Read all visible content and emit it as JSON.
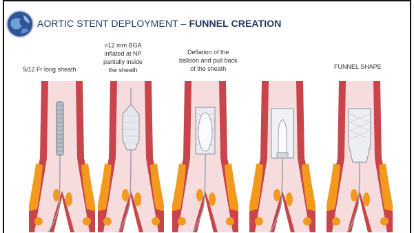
{
  "slide": {
    "title_prefix": "AORTIC STENT DEPLOYMENT – ",
    "title_bold": "FUNNEL CREATION"
  },
  "steps": [
    {
      "label": "9/12 Fr long sheath"
    },
    {
      "label_lines": [
        ">12 mm BGA",
        "inflated at NP",
        "partially inside",
        "the sheath"
      ]
    },
    {
      "label_lines": [
        "Deflation of the",
        "balloon and pull back",
        "of the sheath"
      ]
    },
    {
      "label": ""
    },
    {
      "label": "FUNNEL SHAPE"
    }
  ],
  "colors": {
    "title": "#1f3864",
    "vessel_wall": "#c8464b",
    "vessel_lumen": "#f6dcdc",
    "fat": "#f39a1e",
    "device": "#b8bcc8"
  }
}
